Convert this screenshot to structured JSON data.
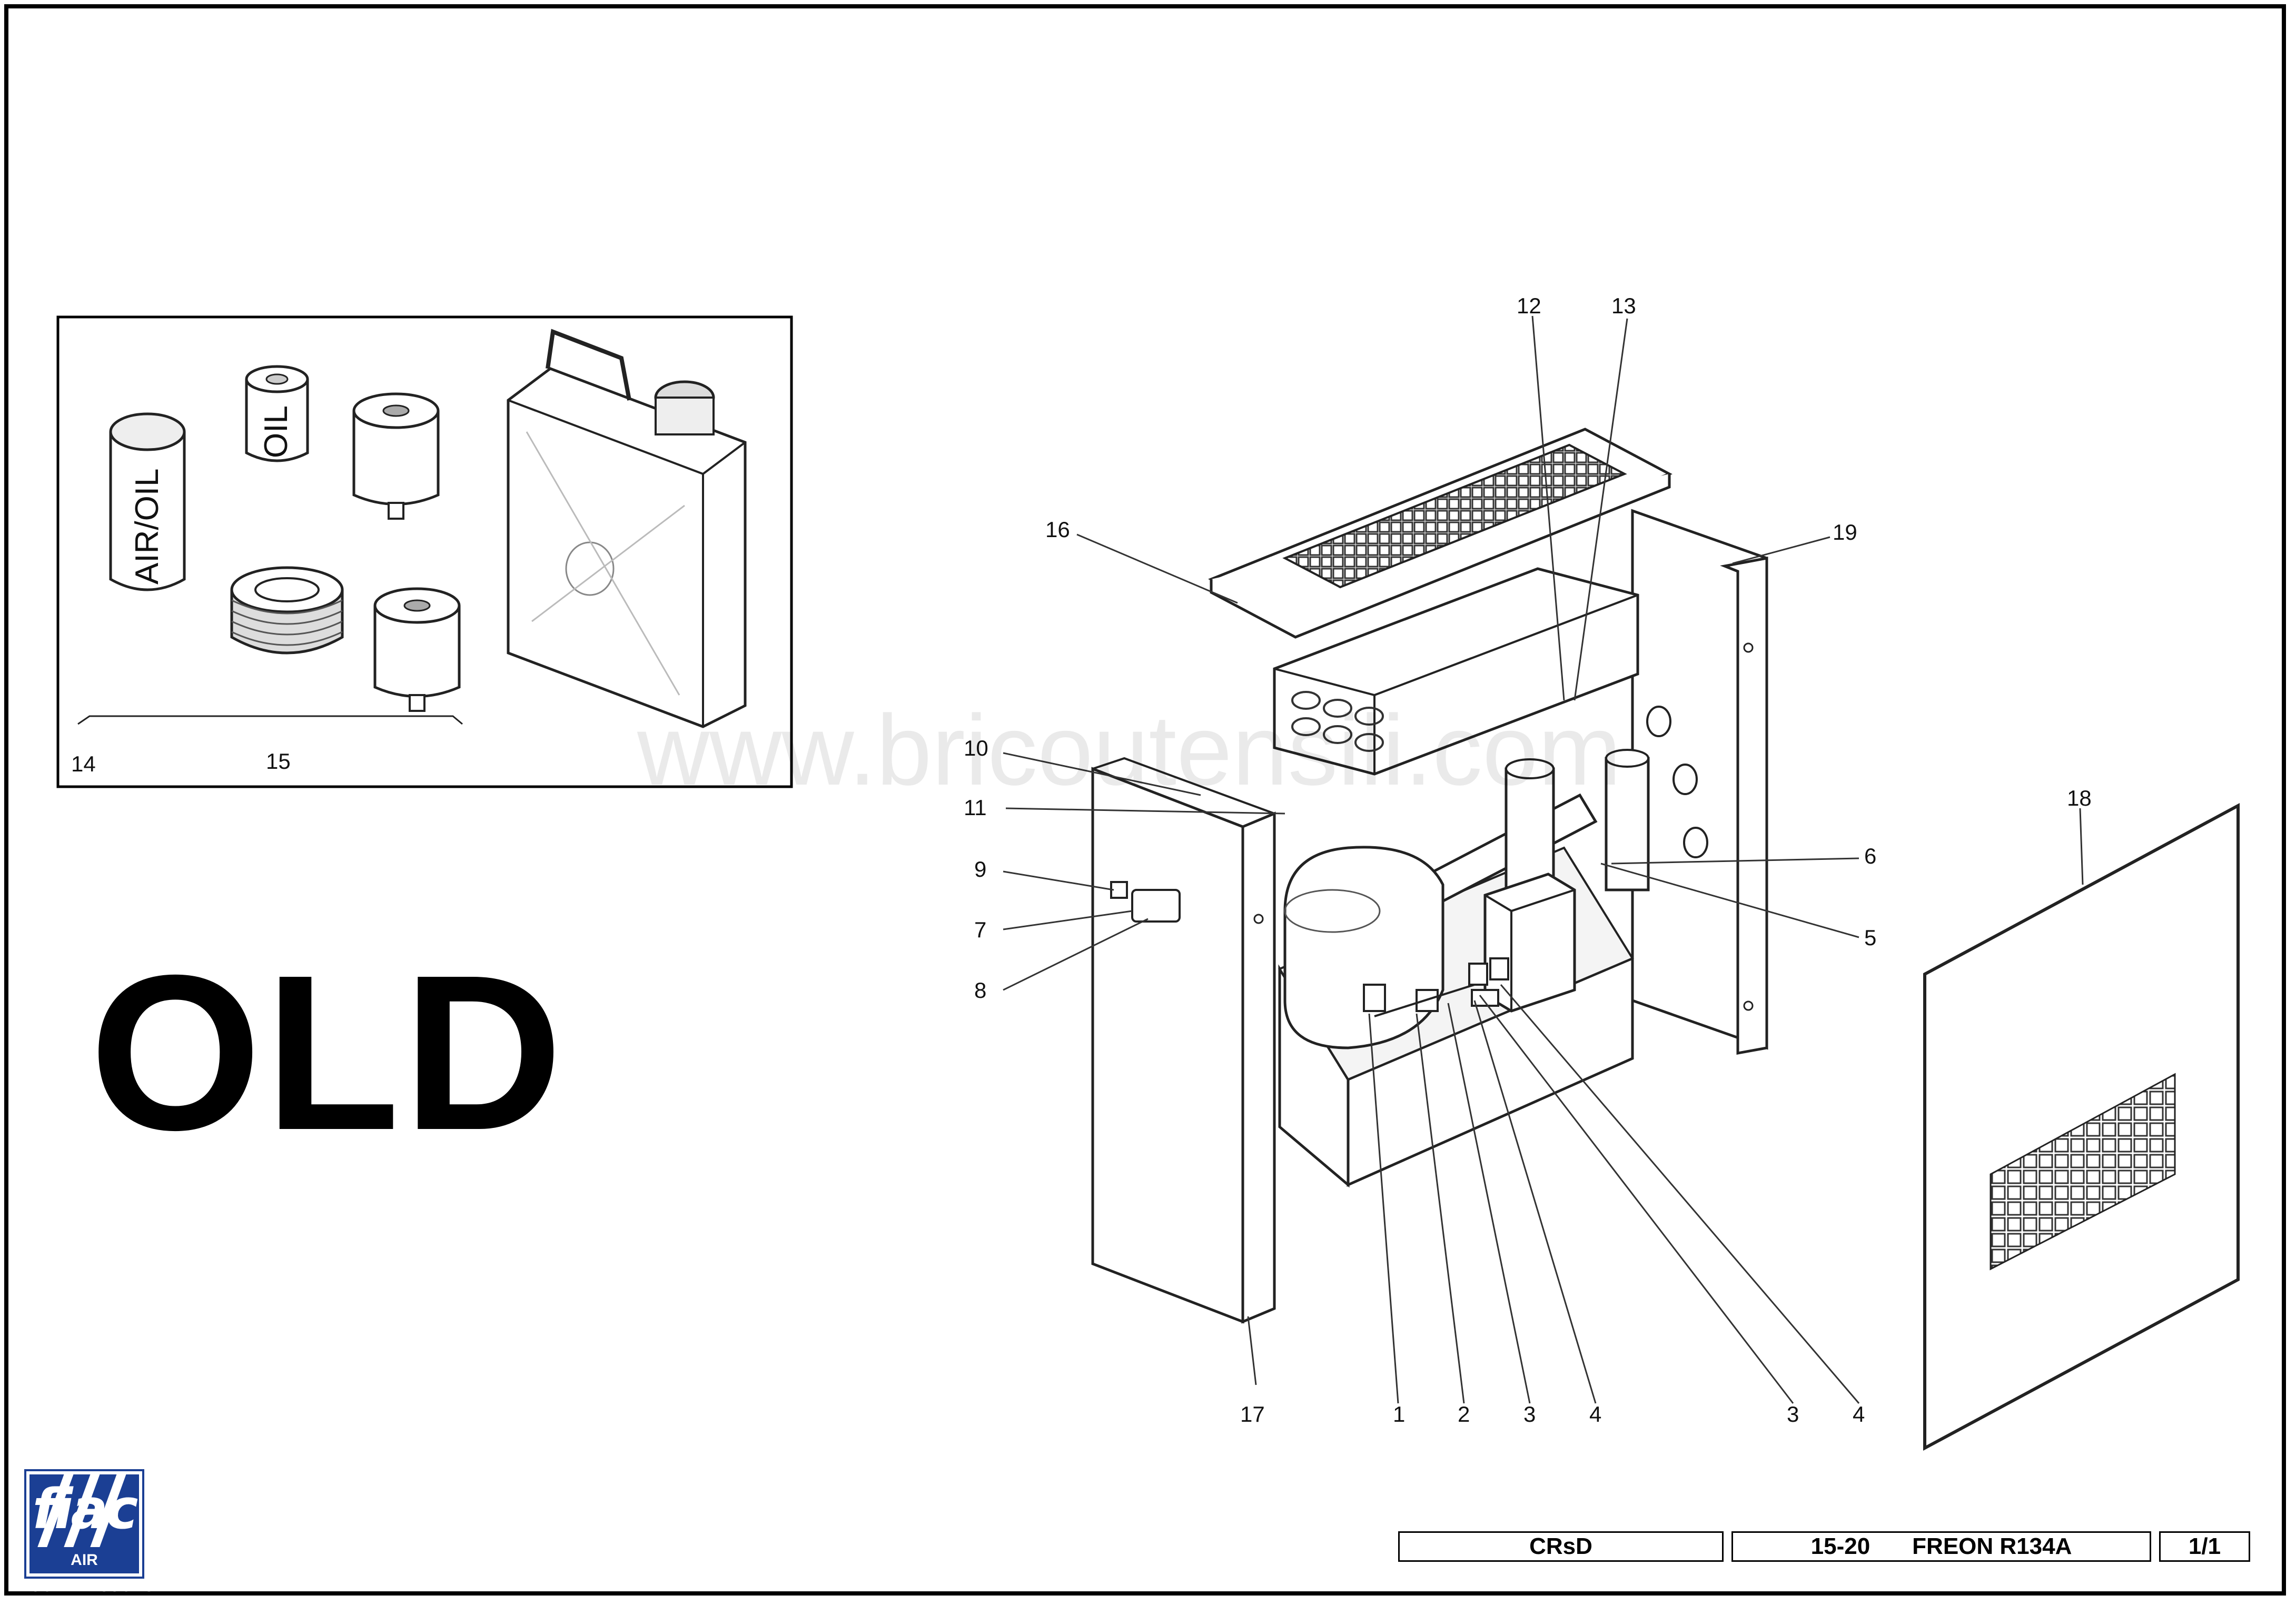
{
  "watermark": "www.bricoutensili.com",
  "stamp": "OLD",
  "kit": {
    "labels": {
      "air_oil": "AIR/OIL",
      "oil": "OIL"
    },
    "callouts": [
      "14",
      "15"
    ]
  },
  "callouts": {
    "n1": "1",
    "n2": "2",
    "n3": "3",
    "n4": "4",
    "n3b": "3",
    "n4b": "4",
    "n5": "5",
    "n6": "6",
    "n7": "7",
    "n8": "8",
    "n9": "9",
    "n10": "10",
    "n11": "11",
    "n12": "12",
    "n13": "13",
    "n16": "16",
    "n17": "17",
    "n18": "18",
    "n19": "19"
  },
  "logo": {
    "brand": "fiac",
    "subtitle": "AIR COMPRESSORS"
  },
  "title_block": {
    "model": "CRsD",
    "size": "15-20",
    "refrigerant": "FREON R134A",
    "sheet": "1/1"
  }
}
